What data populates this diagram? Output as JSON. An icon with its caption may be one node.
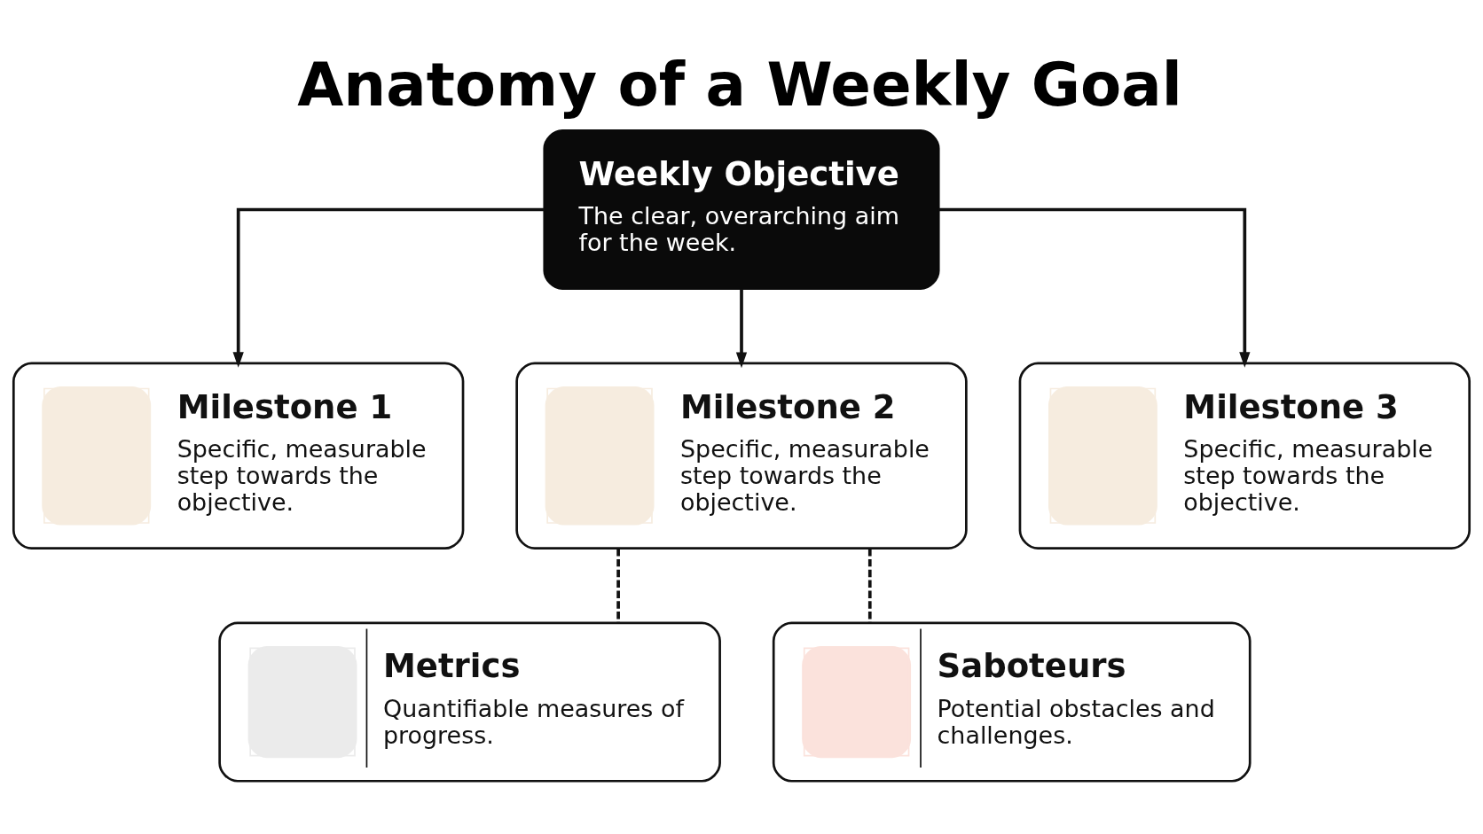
{
  "diagram": {
    "title": "Anatomy of a Weekly Goal",
    "nodes": [
      {
        "text": [
          "Weekly Objective",
          "The clear, overarching aim for the week."
        ]
      },
      {
        "text": [
          "Milestone 1",
          "Specific, measurable step towards the objective."
        ]
      },
      {
        "text": [
          "Milestone 2",
          "Specific, measurable step towards the objective."
        ]
      },
      {
        "text": [
          "Milestone 3",
          "Specific, measurable step towards the objective."
        ]
      },
      {
        "text": [
          "Metrics",
          "Quantifiable measures of progress."
        ]
      },
      {
        "text": [
          "Saboteurs",
          "Potential obstacles and challenges."
        ]
      }
    ],
    "edges": [
      {
        "from": 0,
        "to": 1,
        "arrow": "to"
      },
      {
        "from": 0,
        "to": 2,
        "arrow": "to"
      },
      {
        "from": 0,
        "to": 3,
        "arrow": "to"
      },
      {
        "from": 2,
        "to": 4,
        "arrow": "none",
        "style": "dashed"
      },
      {
        "from": 2,
        "to": 5,
        "arrow": "none",
        "style": "dashed"
      }
    ]
  }
}
